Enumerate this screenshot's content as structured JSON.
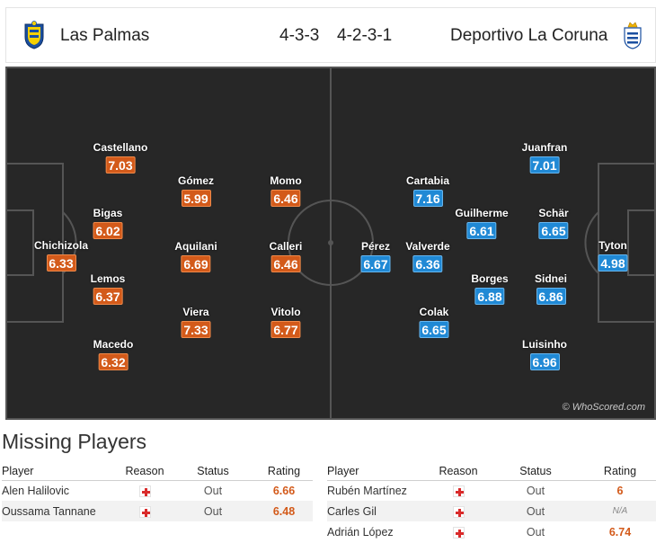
{
  "match": {
    "home_team": "Las Palmas",
    "away_team": "Deportivo La Coruna",
    "home_formation": "4-3-3",
    "away_formation": "4-2-3-1"
  },
  "pitch": {
    "watermark": "© WhoScored.com"
  },
  "home_players": [
    {
      "name": "Chichizola",
      "rating": "6.33"
    },
    {
      "name": "Castellano",
      "rating": "7.03"
    },
    {
      "name": "Bigas",
      "rating": "6.02"
    },
    {
      "name": "Lemos",
      "rating": "6.37"
    },
    {
      "name": "Macedo",
      "rating": "6.32"
    },
    {
      "name": "Gómez",
      "rating": "5.99"
    },
    {
      "name": "Aquilani",
      "rating": "6.69"
    },
    {
      "name": "Viera",
      "rating": "7.33"
    },
    {
      "name": "Momo",
      "rating": "6.46"
    },
    {
      "name": "Calleri",
      "rating": "6.46"
    },
    {
      "name": "Vitolo",
      "rating": "6.77"
    }
  ],
  "away_players": [
    {
      "name": "Tyton",
      "rating": "4.98"
    },
    {
      "name": "Juanfran",
      "rating": "7.01"
    },
    {
      "name": "Schär",
      "rating": "6.65"
    },
    {
      "name": "Sidnei",
      "rating": "6.86"
    },
    {
      "name": "Luisinho",
      "rating": "6.96"
    },
    {
      "name": "Guilherme",
      "rating": "6.61"
    },
    {
      "name": "Borges",
      "rating": "6.88"
    },
    {
      "name": "Cartabia",
      "rating": "7.16"
    },
    {
      "name": "Valverde",
      "rating": "6.36"
    },
    {
      "name": "Colak",
      "rating": "6.65"
    },
    {
      "name": "Pérez",
      "rating": "6.67"
    }
  ],
  "missing": {
    "title": "Missing Players",
    "headers": {
      "player": "Player",
      "reason": "Reason",
      "status": "Status",
      "rating": "Rating"
    },
    "home": [
      {
        "player": "Alen Halilovic",
        "reason": "injury-icon",
        "status": "Out",
        "rating": "6.66"
      },
      {
        "player": "Oussama Tannane",
        "reason": "injury-icon",
        "status": "Out",
        "rating": "6.48"
      }
    ],
    "away": [
      {
        "player": "Rubén Martínez",
        "reason": "injury-icon",
        "status": "Out",
        "rating": "6"
      },
      {
        "player": "Carles Gil",
        "reason": "injury-icon",
        "status": "Out",
        "rating": "N/A"
      },
      {
        "player": "Adrián López",
        "reason": "injury-icon",
        "status": "Out",
        "rating": "6.74"
      }
    ]
  },
  "colors": {
    "home_rating": "#d35a1a",
    "away_rating": "#2089d5",
    "pitch": "#272727"
  }
}
